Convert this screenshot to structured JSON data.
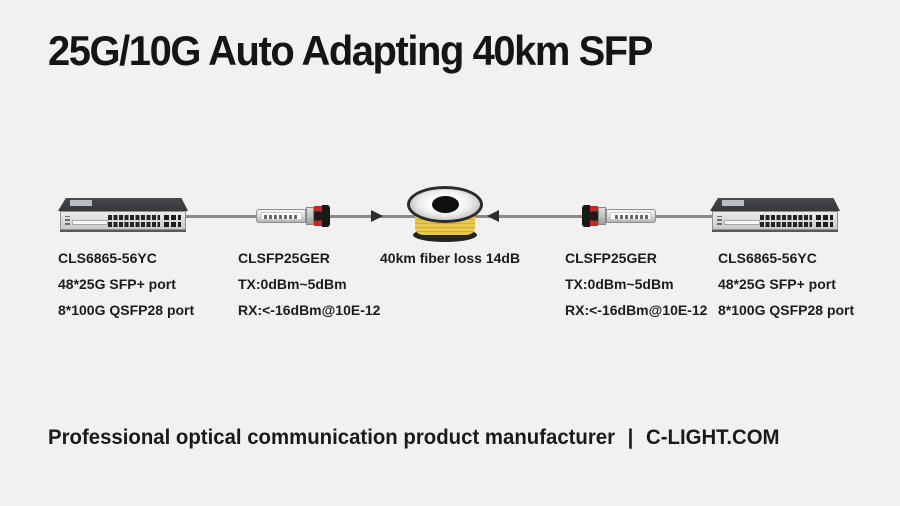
{
  "title": "25G/10G Auto Adapting 40km SFP",
  "diagram": {
    "left_switch": {
      "model": "CLS6865-56YC",
      "spec1": "48*25G SFP+ port",
      "spec2": "8*100G QSFP28 port"
    },
    "left_sfp": {
      "model": "CLSFP25GER",
      "tx": "TX:0dBm~5dBm",
      "rx": "RX:<-16dBm@10E-12"
    },
    "fiber_spool": {
      "label": "40km fiber loss 14dB"
    },
    "right_sfp": {
      "model": "CLSFP25GER",
      "tx": "TX:0dBm~5dBm",
      "rx": "RX:<-16dBm@10E-12"
    },
    "right_switch": {
      "model": "CLS6865-56YC",
      "spec1": "48*25G SFP+ port",
      "spec2": "8*100G QSFP28 port"
    }
  },
  "footer": {
    "tagline": "Professional optical communication product manufacturer",
    "separator": "|",
    "brand": "C-LIGHT.COM"
  },
  "colors": {
    "background": "#f1f1f1",
    "title_text": "#151515",
    "body_text": "#1c1c1c",
    "link_line": "#8a8a8a",
    "arrow": "#2e2e2e",
    "fiber_yellow": "#e9c94d",
    "sfp_latch_red": "#c22a22"
  }
}
